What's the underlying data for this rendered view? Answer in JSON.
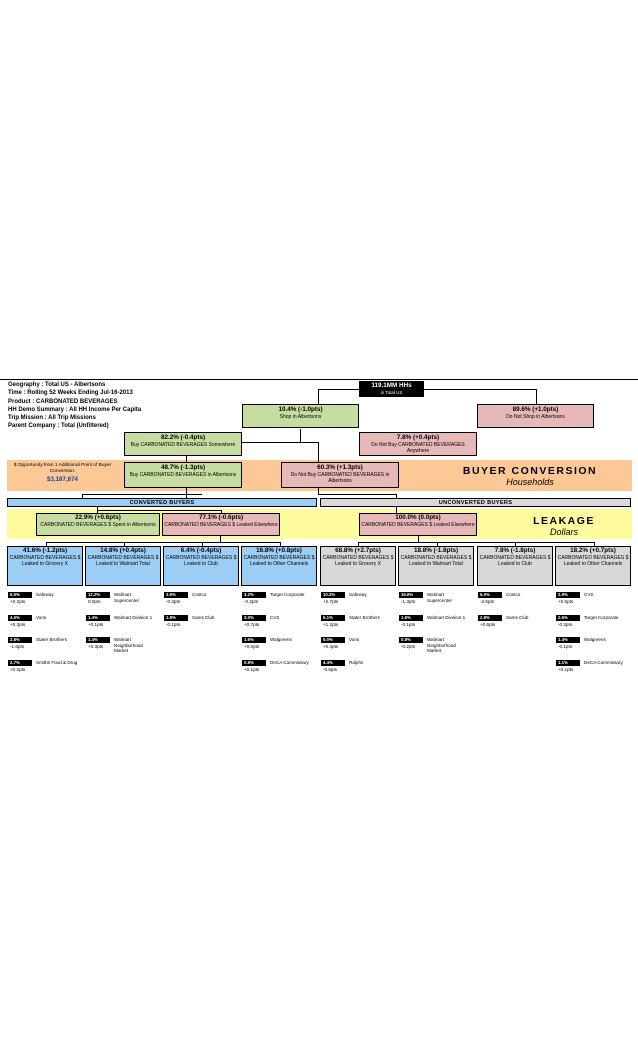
{
  "info": {
    "geography": "Geography : Total US - Albertsons",
    "time": "Time : Rolling 52 Weeks Ending Jul-16-2013",
    "product": "Product : CARBONATED BEVERAGES",
    "hh": "HH Demo Summary : All HH Income Per Capita",
    "trip": "Trip Mission : All Trip Missions",
    "parent": "Parent Company : Total (Unfiltered)"
  },
  "top": {
    "value": "119.1MM HHs",
    "label": "in Total US"
  },
  "shop": {
    "yes": {
      "pct": "10.4% (-1.0pts)",
      "label": "Shop in Albertsons"
    },
    "no": {
      "pct": "89.6% (+1.0pts)",
      "label": "Do Not Shop in Albertsons"
    }
  },
  "buy": {
    "anywhere": {
      "pct": "82.2% (-0.4pts)",
      "label": "Buy CARBONATED BEVERAGES Somewhere"
    },
    "not_anywhere": {
      "pct": "7.8% (+0.4pts)",
      "label": "Do Not Buy CARBONATED BEVERAGES Anywhere"
    }
  },
  "in_store": {
    "yes": {
      "pct": "48.7% (-1.3pts)",
      "label": "Buy CARBONATED BEVERAGES in Albertsons"
    },
    "no": {
      "pct": "60.3% (+1.3pts)",
      "label": "Do Not Buy CARBONATED BEVERAGES in Albertsons"
    }
  },
  "opportunity": {
    "text": "$ Opportunity from 1 Additional Point of Buyer Conversion:",
    "amount": "$3,187,674"
  },
  "buyer_conversion": {
    "title": "BUYER CONVERSION",
    "subtitle": "Households"
  },
  "leakage": {
    "title": "LEAKAGE",
    "subtitle": "Dollars"
  },
  "headers": {
    "converted": "CONVERTED BUYERS",
    "unconverted": "UNCONVERTED BUYERS"
  },
  "spend": {
    "spent": {
      "pct": "22.9% (+0.6pts)",
      "label": "CARBONATED BEVERAGES $ Spent in Albertsons"
    },
    "leaked": {
      "pct": "77.1% (-0.6pts)",
      "label": "CARBONATED BEVERAGES $ Leaked Elsewhere"
    },
    "uncon_leaked": {
      "pct": "100.0% (0.0pts)",
      "label": "CARBONATED BEVERAGES $ Leaked Elsewhere"
    }
  },
  "channels": [
    {
      "pct": "41.6% (-1.2pts)",
      "label": "CARBONATED BEVERAGES $ Leaked to Grocery X"
    },
    {
      "pct": "14.8% (+0.4pts)",
      "label": "CARBONATED BEVERAGES $ Leaked to Walmart Total"
    },
    {
      "pct": "6.4% (-0.4pts)",
      "label": "CARBONATED BEVERAGES $ Leaked to Club"
    },
    {
      "pct": "16.8% (+0.8pts)",
      "label": "CARBONATED BEVERAGES $ Leaked to Other Channels"
    },
    {
      "pct": "68.8% (+2.7pts)",
      "label": "CARBONATED BEVERAGES $ Leaked to Grocery X"
    },
    {
      "pct": "18.8% (-1.8pts)",
      "label": "CARBONATED BEVERAGES $ Leaked to Walmart Total"
    },
    {
      "pct": "7.8% (-1.8pts)",
      "label": "CARBONATED BEVERAGES $ Leaked to Club"
    },
    {
      "pct": "18.2% (+0.7pts)",
      "label": "CARBONATED BEVERAGES $ Leaked to Other Channels"
    }
  ],
  "retailers": [
    [
      {
        "share": "6.5%",
        "chg": "+0.2pts",
        "name": "Safeway"
      },
      {
        "share": "4.5%",
        "chg": "+0.3pts",
        "name": "Vons"
      },
      {
        "share": "2.8%",
        "chg": "-1.6pts",
        "name": "Stater Brothers"
      },
      {
        "share": "2.7%",
        "chg": "+0.2pts",
        "name": "Smiths Food & Drug"
      }
    ],
    [
      {
        "share": "12.2%",
        "chg": "0.0pts",
        "name": "Walmart Supercenter"
      },
      {
        "share": "1.4%",
        "chg": "+0.1pts",
        "name": "Walmart Division 1"
      },
      {
        "share": "1.4%",
        "chg": "+0.3pts",
        "name": "Walmart Neighborhood Market"
      }
    ],
    [
      {
        "share": "3.6%",
        "chg": "-0.3pts",
        "name": "Costco"
      },
      {
        "share": "1.8%",
        "chg": "-0.1pts",
        "name": "Sams Club"
      }
    ],
    [
      {
        "share": "3.2%",
        "chg": "-0.2pts",
        "name": "Target Corporate"
      },
      {
        "share": "3.0%",
        "chg": "+0.7pts",
        "name": "CVS"
      },
      {
        "share": "1.6%",
        "chg": "+0.0pts",
        "name": "Walgreens"
      },
      {
        "share": "0.8%",
        "chg": "+0.1pts",
        "name": "DeCA Commissary"
      }
    ],
    [
      {
        "share": "10.2%",
        "chg": "+2.7pts",
        "name": "Safeway"
      },
      {
        "share": "5.1%",
        "chg": "+1.2pts",
        "name": "Stater Brothers"
      },
      {
        "share": "5.0%",
        "chg": "+0.4pts",
        "name": "Vons"
      },
      {
        "share": "4.4%",
        "chg": "-0.6pts",
        "name": "Ralphs"
      }
    ],
    [
      {
        "share": "16.6%",
        "chg": "-1.3pts",
        "name": "Walmart Supercenter"
      },
      {
        "share": "1.6%",
        "chg": "-0.1pts",
        "name": "Walmart Division 1"
      },
      {
        "share": "0.8%",
        "chg": "-0.2pts",
        "name": "Walmart Neighborhood Market"
      }
    ],
    [
      {
        "share": "5.0%",
        "chg": "-2.5pts",
        "name": "Costco"
      },
      {
        "share": "2.8%",
        "chg": "+0.6pts",
        "name": "Sams Club"
      }
    ],
    [
      {
        "share": "2.9%",
        "chg": "+0.5pts",
        "name": "CVS"
      },
      {
        "share": "2.6%",
        "chg": "-0.3pts",
        "name": "Target Corporate"
      },
      {
        "share": "1.4%",
        "chg": "-0.1pts",
        "name": "Walgreens"
      },
      {
        "share": "1.1%",
        "chg": "+0.1pts",
        "name": "DeCA Commissary"
      }
    ]
  ],
  "colors": {
    "green": "#c6dca0",
    "pink": "#e6b8b8",
    "blue": "#9ccdf5",
    "grey": "#d8d8d8",
    "orange_band": "#fbc896",
    "yellow_band": "#fdfb9c"
  }
}
